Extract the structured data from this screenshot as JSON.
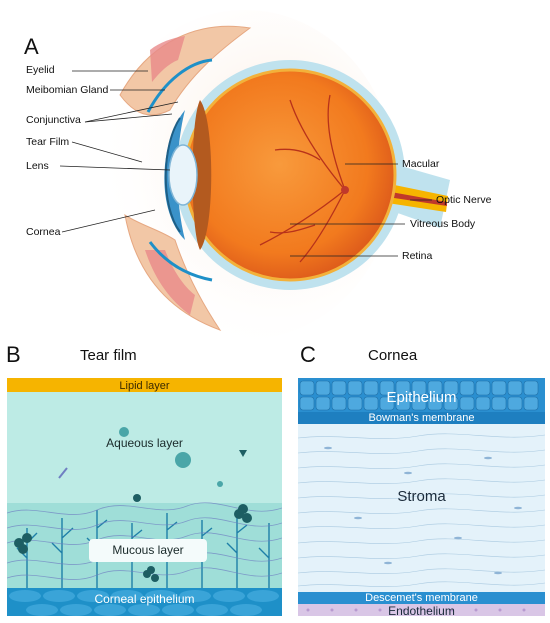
{
  "panels": {
    "a": {
      "letter": "A",
      "labels_left": {
        "eyelid": "Eyelid",
        "meibomian": "Meibomian Gland",
        "conjunctiva": "Conjunctiva",
        "tear_film": "Tear Film",
        "lens": "Lens",
        "cornea": "Cornea"
      },
      "labels_right": {
        "macular": "Macular",
        "optic_nerve": "Optic Nerve",
        "vitreous": "Vitreous Body",
        "retina": "Retina"
      }
    },
    "b": {
      "letter": "B",
      "title": "Tear film",
      "layers": {
        "lipid": "Lipid layer",
        "aqueous": "Aqueous layer",
        "mucous": "Mucous layer",
        "epithelium": "Corneal epithelium"
      }
    },
    "c": {
      "letter": "C",
      "title": "Cornea",
      "layers": {
        "epithelium": "Epithelium",
        "bowman": "Bowman's membrane",
        "stroma": "Stroma",
        "descemet": "Descemet's membrane",
        "endothelium": "Endothelium"
      }
    }
  },
  "colors": {
    "sclera_outer": "#bfe2ee",
    "eyeball": "#f47a1f",
    "eyeball_dark": "#d9541a",
    "lipid": "#f6b400",
    "aqueous": "#bdebe5",
    "mucous_band": "#9fded8",
    "corneal_epithelium": "#1e90c8",
    "c_epithelium": "#2a8fd0",
    "stroma": "#e4f2fa",
    "descemet": "#2a8fd0",
    "endothelium": "#d9c6e6"
  }
}
